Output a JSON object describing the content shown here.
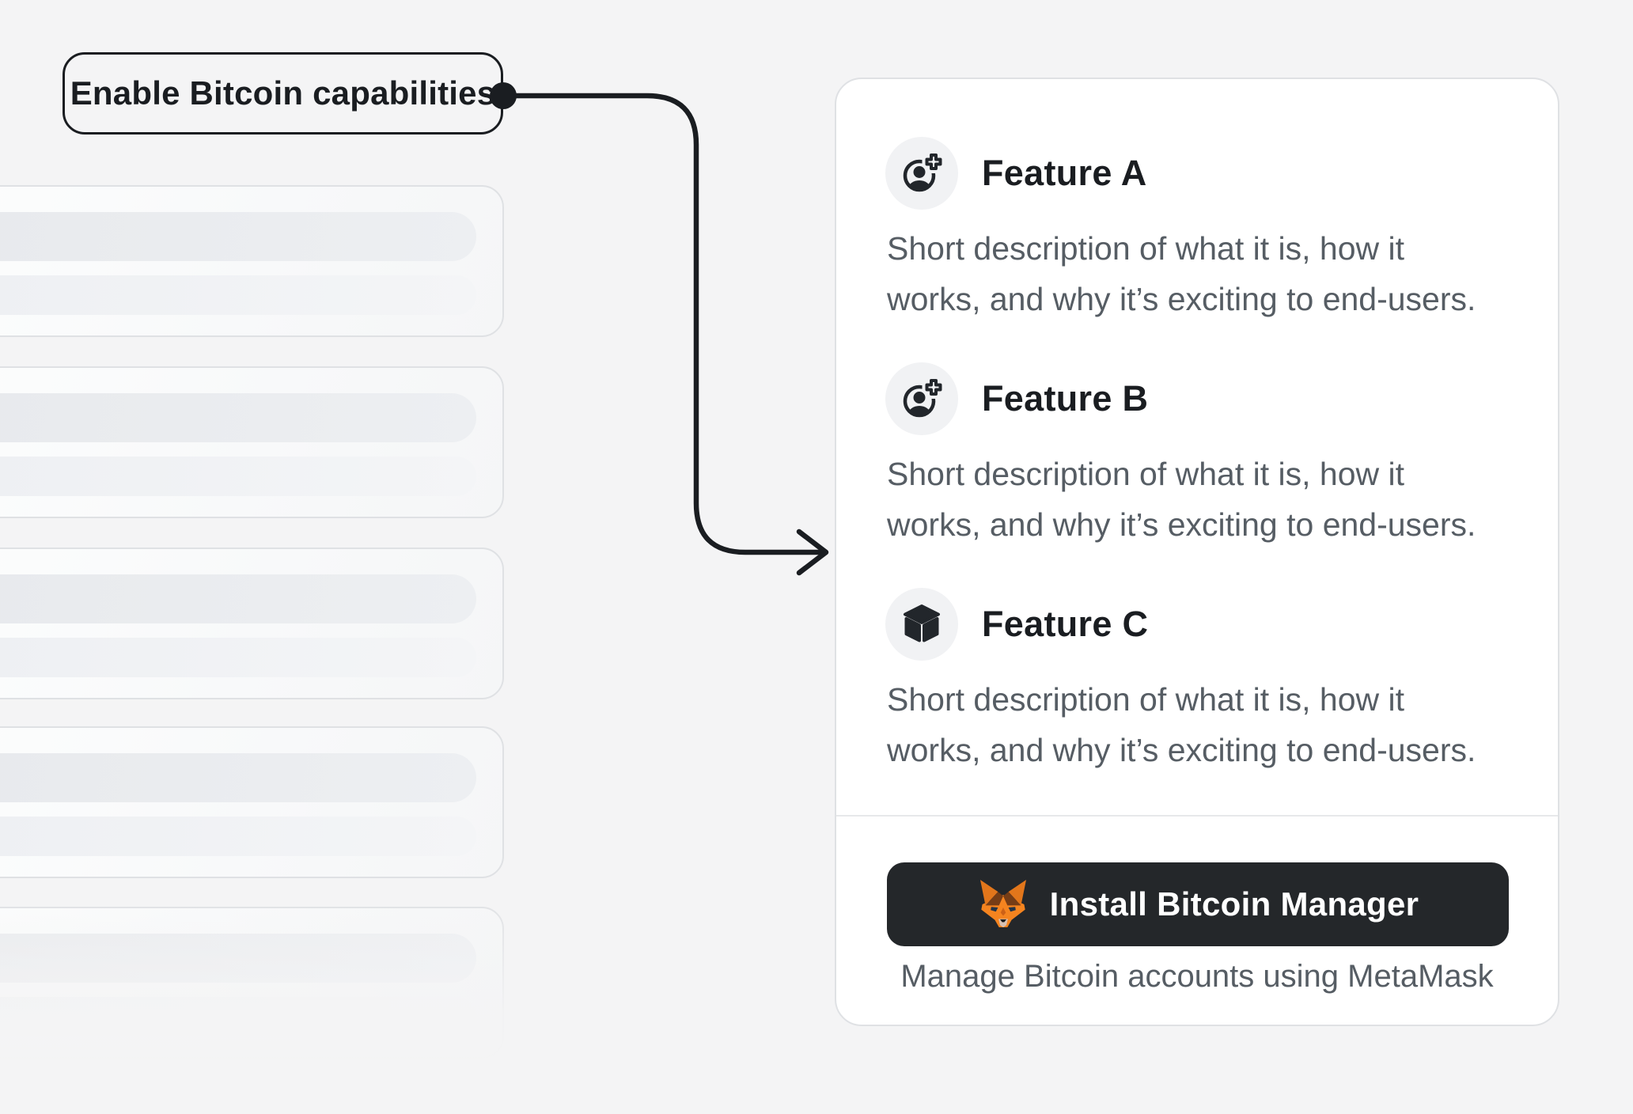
{
  "annotation": {
    "label": "Enable Bitcoin capabilities"
  },
  "skeleton": {
    "card_count": 5,
    "rows_per_card": 2
  },
  "card": {
    "features": [
      {
        "icon": "account-plus-icon",
        "title": "Feature A",
        "description_lines": [
          "Short description of what it is, how it",
          "works, and why it’s exciting to end-users."
        ]
      },
      {
        "icon": "account-plus-icon",
        "title": "Feature B",
        "description_lines": [
          "Short description of what it is, how it",
          "works, and why it’s exciting to end-users."
        ]
      },
      {
        "icon": "cube-icon",
        "title": "Feature C",
        "description_lines": [
          "Short description of what it is, how it",
          "works, and why it’s exciting to end-users."
        ]
      }
    ],
    "footer": {
      "button_label": "Install Bitcoin Manager",
      "button_icon": "metamask-fox-icon",
      "caption": "Manage Bitcoin accounts using MetaMask"
    }
  },
  "colors": {
    "ink": "#1a1d21",
    "text_secondary": "#565d64",
    "button_background": "#24272a",
    "page_background": "#f4f4f5",
    "card_border": "#dfe1e4",
    "badge_background": "#f1f2f4",
    "fox_orange": "#f5841f"
  }
}
